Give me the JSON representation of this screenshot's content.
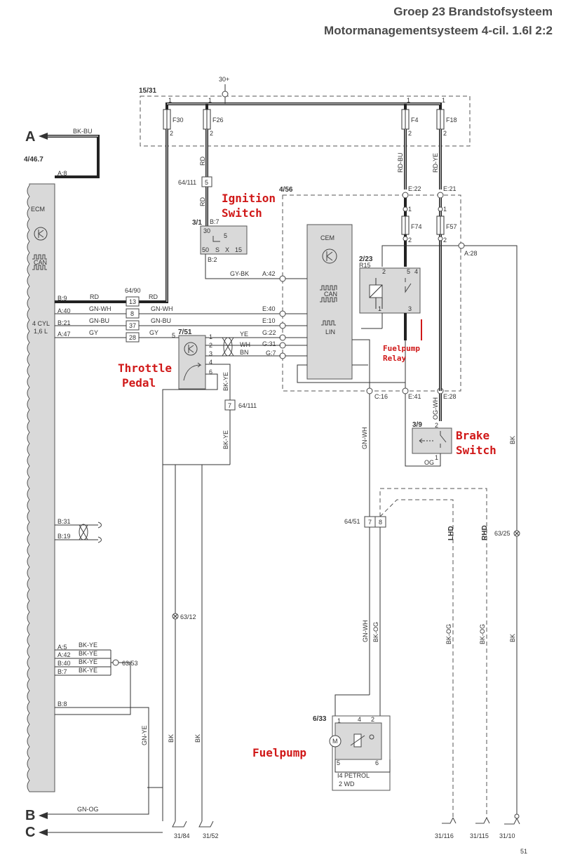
{
  "header": {
    "line1": "Groep 23 Brandstofsysteem",
    "line2": "Motormanagementsysteem 4-cil. 1.6l 2:2"
  },
  "page_number": "51",
  "supply": {
    "label": "30+",
    "fuse_box": "15/31"
  },
  "fuses": [
    {
      "name": "F30",
      "pin_top": "1",
      "pin_bottom": "2"
    },
    {
      "name": "F26",
      "pin_top": "1",
      "pin_bottom": "2"
    },
    {
      "name": "F4",
      "pin_top": "1",
      "pin_bottom": "2"
    },
    {
      "name": "F18",
      "pin_top": "1",
      "pin_bottom": "2"
    },
    {
      "name": "F74",
      "pin_top": "1",
      "pin_bottom": "2"
    },
    {
      "name": "F57",
      "pin_top": "1",
      "pin_bottom": "2"
    }
  ],
  "ecm": {
    "id": "4/46.7",
    "name": "ECM",
    "can": "CAN",
    "engine": "4 CYL",
    "displacement": "1,6 L",
    "pins": [
      "A:8",
      "B:9",
      "A:40",
      "B:21",
      "A:47",
      "B:31",
      "B:19",
      "A:5",
      "A:42",
      "B:40",
      "B:7",
      "B:8"
    ]
  },
  "cem": {
    "id": "4/56",
    "name": "CEM",
    "can": "CAN",
    "lin": "LIN",
    "pins": [
      "A:42",
      "E:40",
      "E:10",
      "G:22",
      "G:31",
      "G:7",
      "C:16",
      "E:41",
      "E:28",
      "E:22",
      "E:21",
      "A:28"
    ]
  },
  "connectors": {
    "c6490": {
      "id": "64/90",
      "pins": [
        "13",
        "8",
        "37",
        "28"
      ]
    },
    "c64111a": {
      "id": "64/111",
      "pin": "5"
    },
    "c64111b": {
      "id": "64/111",
      "pin": "7"
    },
    "c6451": {
      "id": "64/51",
      "pins": [
        "7",
        "8"
      ]
    },
    "g6353": "63/53",
    "g6312": "63/12",
    "g6325": "63/25"
  },
  "ignition": {
    "id": "3/1",
    "pin_b7": "B:7",
    "pin_b2": "B:2",
    "terminals": [
      "30",
      "5",
      "50",
      "S",
      "X",
      "15"
    ]
  },
  "relay": {
    "id": "2/23",
    "sub": "R15",
    "pins": [
      "2",
      "5",
      "4",
      "1",
      "3"
    ]
  },
  "pedal": {
    "id": "7/51",
    "pins": [
      "5",
      "1",
      "2",
      "3",
      "4",
      "6"
    ]
  },
  "brake": {
    "id": "3/9",
    "pins": [
      "2",
      "1"
    ]
  },
  "fuelpump": {
    "id": "6/33",
    "pins": [
      "1",
      "4",
      "2",
      "5",
      "6"
    ],
    "spec1": "I4 PETROL",
    "spec2": "2 WD"
  },
  "wire_colors": [
    "BK-BU",
    "RD",
    "GN-WH",
    "GN-BU",
    "GY",
    "YE",
    "WH",
    "BN",
    "BK-YE",
    "GY-BK",
    "RD-BU",
    "RD-YE",
    "OG-WH",
    "OG",
    "GN-WH",
    "BK-OG",
    "BK-OG",
    "BK-OG",
    "BK",
    "BK",
    "BK",
    "BK",
    "GN-YE",
    "GN-OG",
    "BK-YE",
    "BK-YE",
    "BK-YE",
    "BK-YE",
    "BK-YE"
  ],
  "variants": [
    "LHD",
    "RHD"
  ],
  "grounds": [
    "31/84",
    "31/52",
    "31/116",
    "31/115",
    "31/10"
  ],
  "page_refs": [
    "A",
    "B",
    "C"
  ],
  "annotations": {
    "ignition_1": "Ignition",
    "ignition_2": "Switch",
    "throttle_1": "Throttle",
    "throttle_2": "Pedal",
    "relay_1": "Fuelpump",
    "relay_2": "Relay",
    "brake_1": "Brake",
    "brake_2": "Switch",
    "fuelpump": "Fuelpump"
  }
}
